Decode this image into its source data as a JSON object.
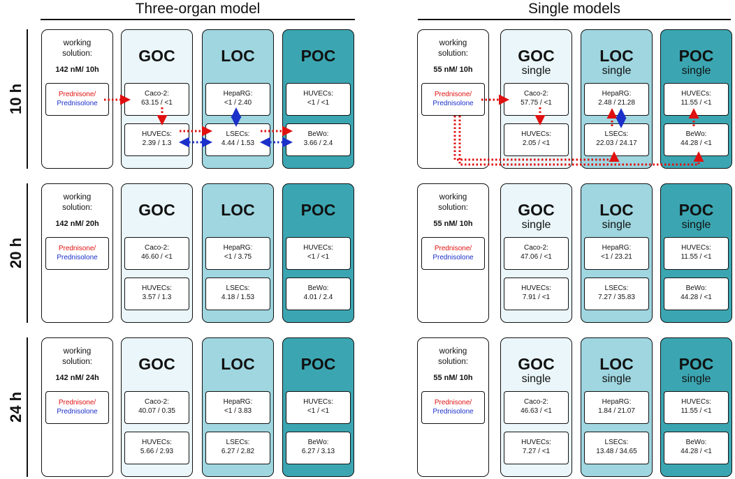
{
  "headers": {
    "left": "Three-organ model",
    "right": "Single models"
  },
  "rows": [
    {
      "label": "10 h",
      "left": {
        "ws_label": "working\nsolution:",
        "conc": "142 nM/ 10h",
        "caco": "63.15 / <1",
        "huvecs_goc": "2.39 / 1.3",
        "heparg": "<1 / 2.40",
        "lsecs": "4.44 / 1.53",
        "huvecs_poc": "<1 / <1",
        "bewo": "3.66 / 2.4"
      },
      "right": {
        "ws_label": "working\nsolution:",
        "conc": "55 nM/ 10h",
        "caco": "57.75 / <1",
        "huvecs_goc": "2.05 / <1",
        "heparg": "2.48 / 21.28",
        "lsecs": "22.03 / 24.17",
        "huvecs_poc": "11.55 / <1",
        "bewo": "44.28 / <1"
      }
    },
    {
      "label": "20 h",
      "left": {
        "ws_label": "working\nsolution:",
        "conc": "142 nM/ 20h",
        "caco": "46.60 / <1",
        "huvecs_goc": "3.57 / 1.3",
        "heparg": "<1 / 3.75",
        "lsecs": "4.18 / 1.53",
        "huvecs_poc": "<1 / <1",
        "bewo": "4.01 / 2.4"
      },
      "right": {
        "ws_label": "working\nsolution:",
        "conc": "55 nM/ 10h",
        "caco": "47.06 / <1",
        "huvecs_goc": "7.91 / <1",
        "heparg": "<1 / 23.21",
        "lsecs": "7.27 / 35.83",
        "huvecs_poc": "11.55 / <1",
        "bewo": "44.28 / <1"
      }
    },
    {
      "label": "24 h",
      "left": {
        "ws_label": "working\nsolution:",
        "conc": "142 nM/ 24h",
        "caco": "40.07 / 0.35",
        "huvecs_goc": "5.66 / 2.93",
        "heparg": "<1 / 3.83",
        "lsecs": "6.27 / 2.82",
        "huvecs_poc": "<1 / <1",
        "bewo": "6.27 / 3.13"
      },
      "right": {
        "ws_label": "working\nsolution:",
        "conc": "55 nM/ 10h",
        "caco": "46.63 / <1",
        "huvecs_goc": "7.27 / <1",
        "heparg": "1.84 / 21.07",
        "lsecs": "13.48 / 34.65",
        "huvecs_poc": "11.55 / <1",
        "bewo": "44.28 / <1"
      }
    }
  ],
  "labels": {
    "goc": "GOC",
    "loc": "LOC",
    "poc": "POC",
    "single": "single",
    "prednisone": "Prednisone/",
    "prednisolone": "Prednisolone",
    "caco": "Caco-2:",
    "huvecs": "HUVECs:",
    "heparg": "HepaRG:",
    "lsecs": "LSECs:",
    "bewo": "BeWo:"
  },
  "colors": {
    "goc": "#eaf6f9",
    "loc": "#9fd6e0",
    "poc": "#3ba6b2",
    "prednisone": "#e01010",
    "prednisolone": "#1b2fc9"
  }
}
